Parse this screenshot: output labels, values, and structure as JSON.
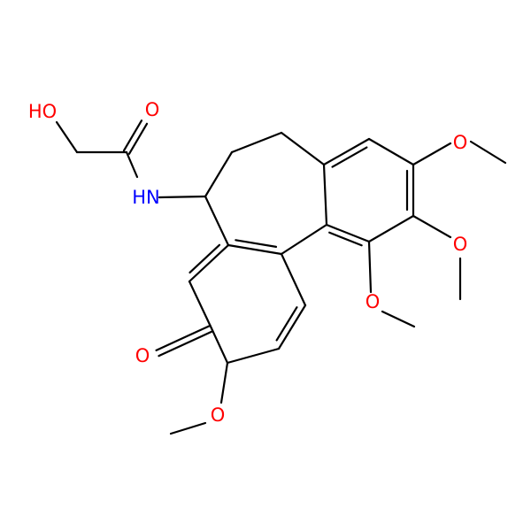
{
  "colors": {
    "background": "#FFFFFF",
    "bond": "#000000",
    "oxygen": "#FF0000",
    "nitrogen": "#0000FF"
  },
  "molecule": {
    "atom_labels": [
      {
        "id": "o-hydroxyl",
        "text": "HO",
        "element": "oxygen"
      },
      {
        "id": "o-amide-carbonyl",
        "text": "O",
        "element": "oxygen"
      },
      {
        "id": "n-amide",
        "text": "HN",
        "element": "nitrogen"
      },
      {
        "id": "o-methoxy-c3",
        "text": "O",
        "element": "oxygen"
      },
      {
        "id": "o-methoxy-c2",
        "text": "O",
        "element": "oxygen"
      },
      {
        "id": "o-methoxy-c1",
        "text": "O",
        "element": "oxygen"
      },
      {
        "id": "o-tropone-carbonyl",
        "text": "O",
        "element": "oxygen"
      },
      {
        "id": "o-methoxy-c10",
        "text": "O",
        "element": "oxygen"
      }
    ]
  }
}
